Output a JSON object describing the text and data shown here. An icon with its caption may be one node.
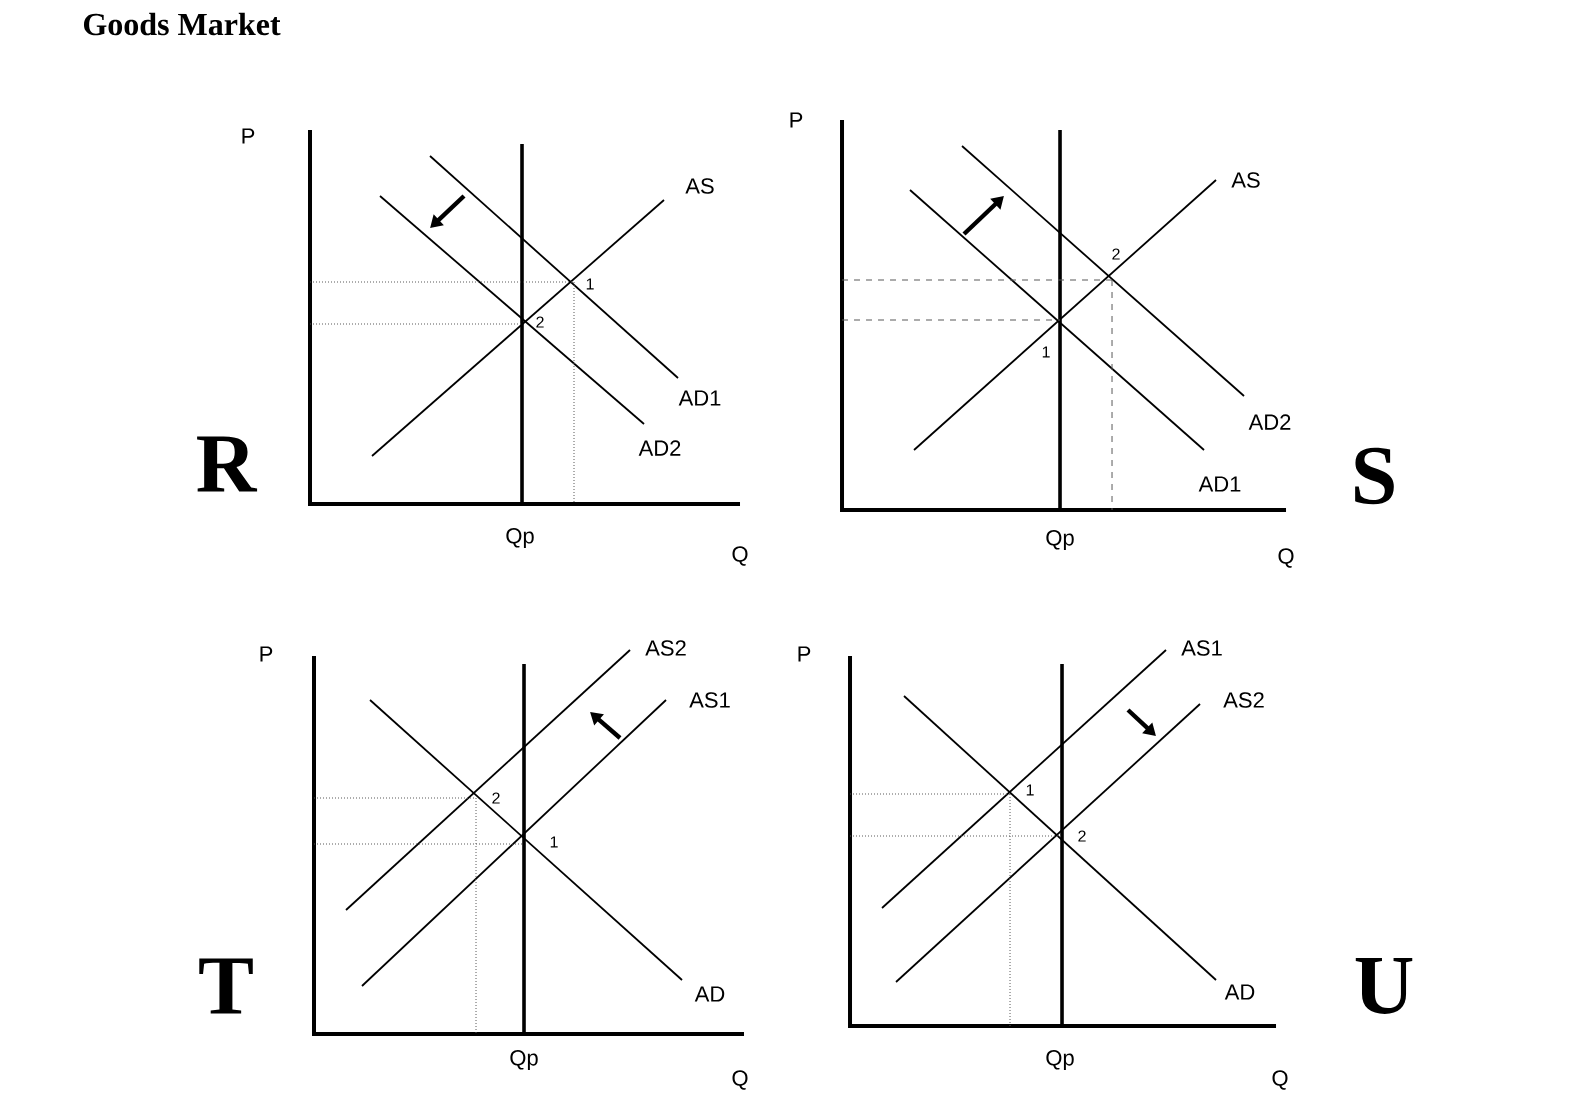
{
  "diagram": {
    "title": "Goods Market",
    "labels": [
      "P",
      "AS",
      "1",
      "2",
      "AD1",
      "AD2",
      "R",
      "Qp",
      "Q",
      "P",
      "AS",
      "2",
      "1",
      "AD2",
      "AD1",
      "S",
      "Qp",
      "Q",
      "P",
      "AS2",
      "AS1",
      "2",
      "1",
      "AD",
      "T",
      "Qp",
      "Q",
      "P",
      "AS1",
      "AS2",
      "1",
      "2",
      "AD",
      "U",
      "Qp",
      "Q"
    ]
  }
}
